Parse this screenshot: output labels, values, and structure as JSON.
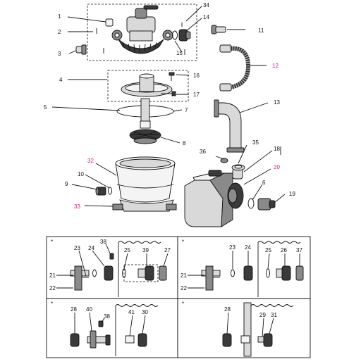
{
  "callouts": {
    "c1": "1",
    "c2": "2",
    "c3": "3",
    "c4": "4",
    "c5": "5",
    "c6": "6",
    "c7": "7",
    "c8": "8",
    "c9": "9",
    "c10": "10",
    "c11": "11",
    "c12": "12",
    "c13": "13",
    "c14": "14",
    "c15": "15",
    "c16": "16",
    "c17": "17",
    "c18": "18",
    "c19": "19",
    "c20": "20",
    "c32": "32",
    "c33": "33",
    "c34": "34",
    "c35": "35",
    "c36": "36"
  },
  "highlight_color": "#d0217a",
  "detail_panels": [
    {
      "star": "*",
      "labels": {
        "a": "21",
        "b": "22",
        "c": "23",
        "d": "24",
        "e": "38",
        "f": "25",
        "g": "39",
        "h": "27"
      }
    },
    {
      "star": "*",
      "labels": {
        "a": "21",
        "b": "22",
        "c": "23",
        "d": "24",
        "e": "25",
        "f": "26",
        "g": "37"
      }
    },
    {
      "star": "*",
      "labels": {
        "a": "28",
        "b": "40",
        "c": "38",
        "d": "41",
        "e": "30"
      }
    },
    {
      "star": "*",
      "labels": {
        "a": "28",
        "b": "29",
        "c": "31"
      }
    }
  ]
}
